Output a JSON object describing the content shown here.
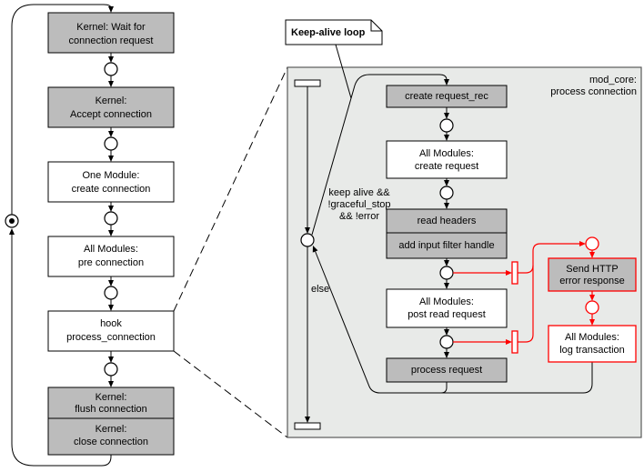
{
  "connection_steps": {
    "wait_for_connection": [
      "Kernel: Wait for",
      "connection request"
    ],
    "accept_connection": [
      "Kernel:",
      "Accept connection"
    ],
    "create_connection": [
      "One Module:",
      "create connection"
    ],
    "pre_connection": [
      "All Modules:",
      "pre connection"
    ],
    "process_connection_hook": [
      "hook",
      "process_connection"
    ],
    "flush_connection": [
      "Kernel:",
      "flush connection"
    ],
    "close_connection": [
      "Kernel:",
      "close connection"
    ]
  },
  "process_connection": {
    "title": [
      "mod_core:",
      "process connection"
    ],
    "note": "Keep-alive loop",
    "keep_alive_condition": [
      "keep alive &&",
      "!graceful_stop",
      "&& !error"
    ],
    "else_label": "else",
    "steps": {
      "create_request_rec": "create request_rec",
      "create_request": [
        "All Modules:",
        "create request"
      ],
      "read_headers": "read headers",
      "add_input_filter": "add input filter handle",
      "post_read_request": [
        "All Modules:",
        "post read request"
      ],
      "process_request": "process request"
    },
    "error_path": {
      "send_error": [
        "Send HTTP",
        "error response"
      ],
      "log_transaction": [
        "All Modules:",
        "log transaction"
      ]
    }
  },
  "colors": {
    "kernel_fill": "#bcbcbc",
    "module_fill": "#ffffff",
    "region_fill": "#e8eae8",
    "region_border": "#5a5a5a",
    "error": "#ff0000",
    "line": "#000000"
  }
}
